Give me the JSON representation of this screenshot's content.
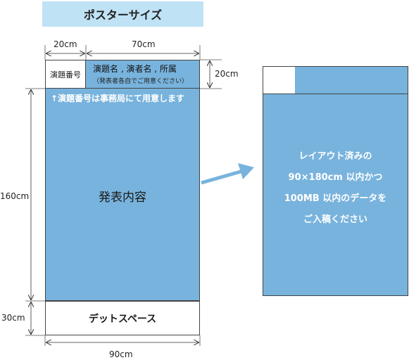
{
  "title": "ポスターサイズ",
  "dimensions": {
    "number_width": "20cm",
    "title_width": "70cm",
    "title_height": "20cm",
    "main_height": "160cm",
    "dead_height": "30cm",
    "total_width": "90cm"
  },
  "poster": {
    "number_label": "演題番号",
    "title_line1": "演題名 , 演者名 , 所属",
    "title_line2": "（発表者各自でご用意ください）",
    "notice": "↑演題番号は事務局にて用意します",
    "content_label": "発表内容",
    "dead_space_label": "デットスペース"
  },
  "instruction": {
    "line1": "レイアウト済みの",
    "line2": "90×180cm 以内かつ",
    "line3": "100MB 以内のデータを",
    "line4": "ご入稿ください"
  },
  "colors": {
    "poster_fill": "#78b3dd",
    "banner_fill": "#bfe2f5",
    "arrow": "#78b3dd"
  }
}
